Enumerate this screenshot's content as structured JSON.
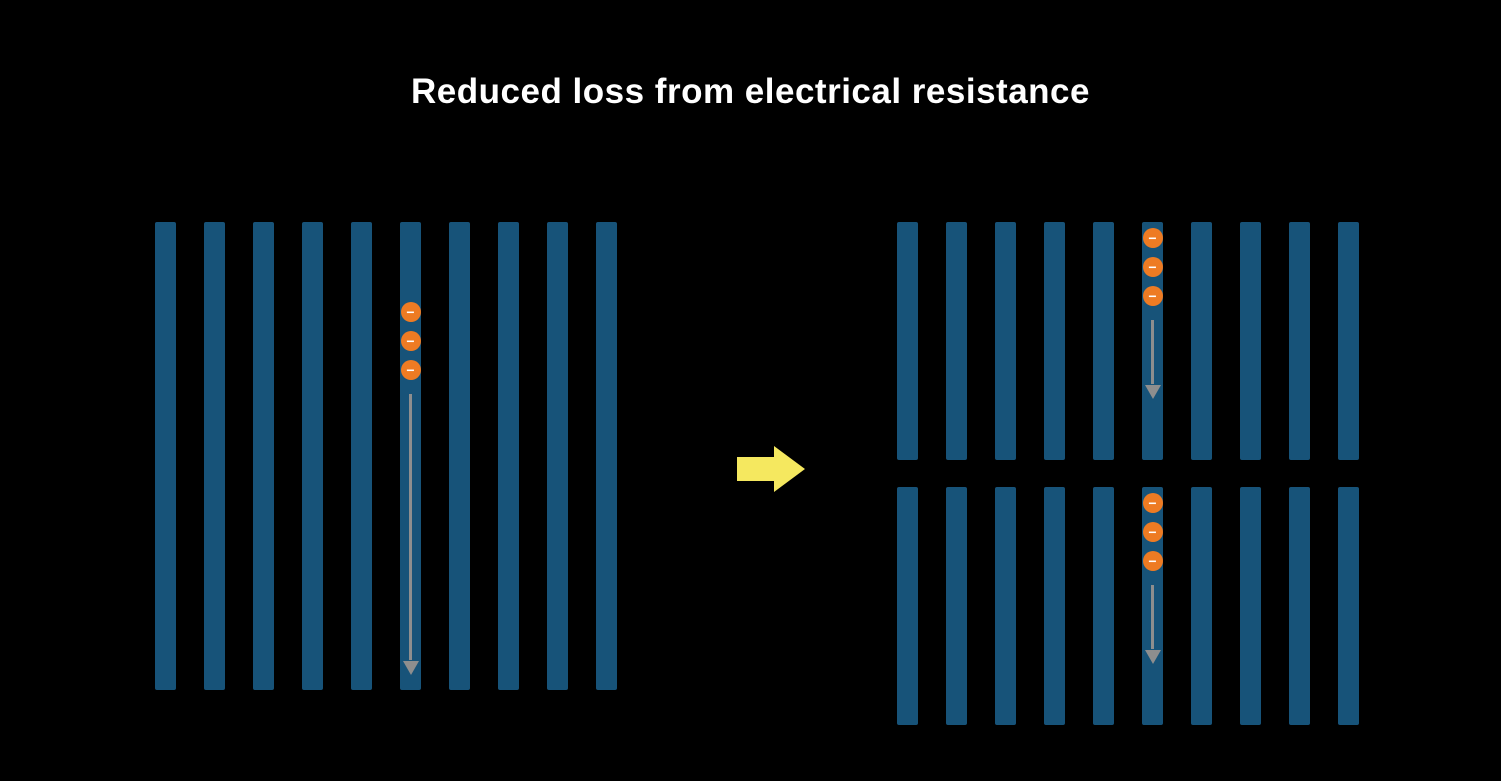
{
  "title": "Reduced loss from electrical resistance",
  "colors": {
    "background": "#000000",
    "title_text": "#ffffff",
    "bar": "#175379",
    "electron": "#ee7b23",
    "electron_symbol_color": "#ffffff",
    "flow_arrow": "#8e8e8e",
    "transition_arrow": "#f5e85f"
  },
  "left_cell": {
    "bar_count": 10,
    "electron_bar_index": 5,
    "electron_count": 3,
    "electron_symbol": "−"
  },
  "right_cells": [
    {
      "bar_count": 10,
      "electron_bar_index": 5,
      "electron_count": 3,
      "electron_symbol": "−"
    },
    {
      "bar_count": 10,
      "electron_bar_index": 5,
      "electron_count": 3,
      "electron_symbol": "−"
    }
  ]
}
